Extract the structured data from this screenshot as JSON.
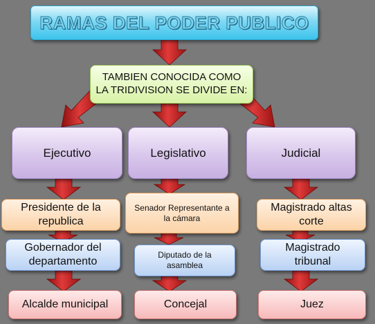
{
  "title": "RAMAS DEL PODER PUBLICO",
  "subtitle": "TAMBIEN CONOCIDA COMO LA TRIDIVISION SE DIVIDE EN:",
  "branches": [
    {
      "label": "Ejecutivo",
      "levels": [
        "Presidente de la republica",
        "Gobernador del departamento",
        "Alcalde municipal"
      ]
    },
    {
      "label": "Legislativo",
      "levels": [
        "Senador Representante a la cámara",
        "Diputado de la asamblea",
        "Concejal"
      ]
    },
    {
      "label": "Judicial",
      "levels": [
        "Magistrado altas corte",
        "Magistrado tribunal",
        "Juez"
      ]
    }
  ],
  "colors": {
    "background": "#7a7a7a",
    "arrow": "#c81e1e",
    "title_box": "#3cc3ec",
    "subtitle_box": "#d8f2a6",
    "branch_box": "#d9c7ec",
    "level1_box": "#fbd3a8",
    "level2_box": "#b9d2f3",
    "level3_box": "#f7b9b9"
  }
}
